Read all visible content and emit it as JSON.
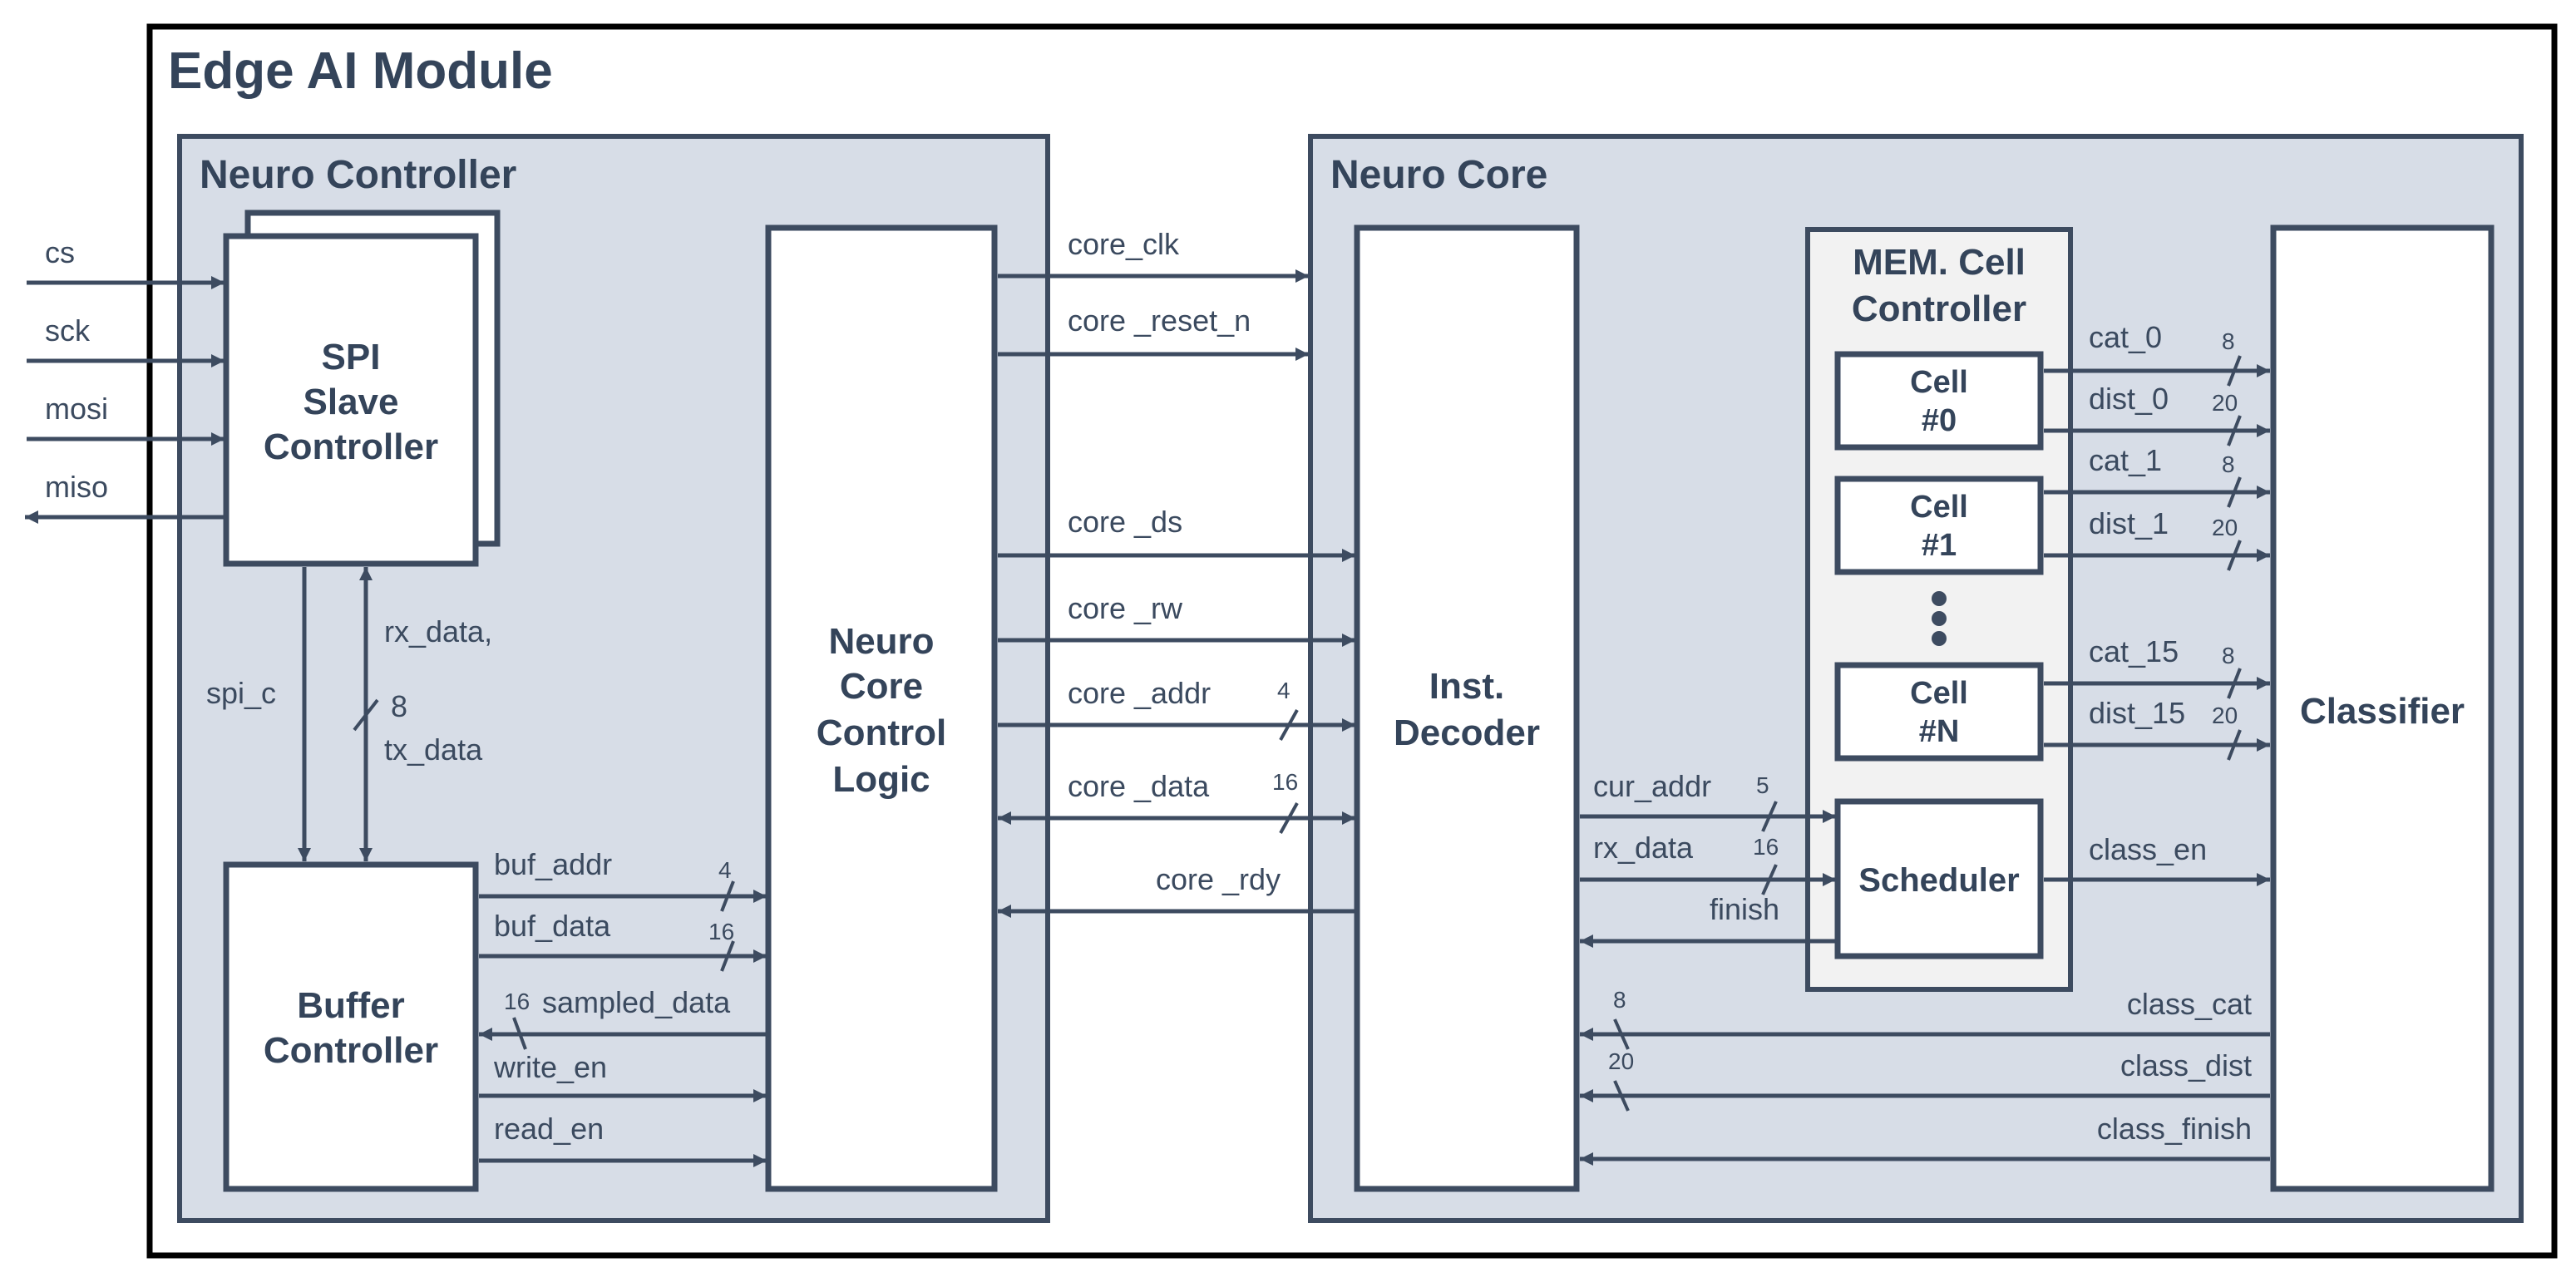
{
  "title": "Edge AI Module",
  "groups": {
    "neuro_controller": "Neuro Controller",
    "neuro_core": "Neuro Core"
  },
  "blocks": {
    "spi": [
      "SPI",
      "Slave",
      "Controller"
    ],
    "buffer": [
      "Buffer",
      "Controller"
    ],
    "ncl": [
      "Neuro",
      "Core",
      "Control",
      "Logic"
    ],
    "decoder": [
      "Inst.",
      "Decoder"
    ],
    "memctrl": [
      "MEM. Cell",
      "Controller"
    ],
    "cell0": [
      "Cell",
      "#0"
    ],
    "cell1": [
      "Cell",
      "#1"
    ],
    "celln": [
      "Cell",
      "#N"
    ],
    "scheduler": "Scheduler",
    "classifier": "Classifier"
  },
  "signals": {
    "cs": "cs",
    "sck": "sck",
    "mosi": "mosi",
    "miso": "miso",
    "spi_c": "spi_c",
    "rx_data_top": "rx_data,",
    "tx_data": "tx_data",
    "buf_addr": "buf_addr",
    "buf_data": "buf_data",
    "sampled_data": "sampled_data",
    "write_en": "write_en",
    "read_en": "read_en",
    "core_clk": "core_clk",
    "core_reset_n": "core _reset_n",
    "core_ds": "core _ds",
    "core_rw": "core _rw",
    "core_addr": "core _addr",
    "core_data": "core _data",
    "core_rdy": "core _rdy",
    "cur_addr": "cur_addr",
    "rx_data": "rx_data",
    "finish": "finish",
    "cat_0": "cat_0",
    "dist_0": "dist_0",
    "cat_1": "cat_1",
    "dist_1": "dist_1",
    "cat_15": "cat_15",
    "dist_15": "dist_15",
    "class_en": "class_en",
    "class_cat": "class_cat",
    "class_dist": "class_dist",
    "class_finish": "class_finish"
  },
  "widths": {
    "rx_tx": "8",
    "buf_addr": "4",
    "buf_data": "16",
    "sampled_data": "16",
    "core_addr": "4",
    "core_data": "16",
    "cur_addr": "5",
    "rx_data": "16",
    "cat": "8",
    "dist": "20",
    "class_cat": "8",
    "class_dist": "20"
  },
  "colors": {
    "line": "#3d4b60",
    "group_fill": "#d7dde7",
    "mem_fill": "#f2f2f2",
    "text": "#34445a"
  }
}
